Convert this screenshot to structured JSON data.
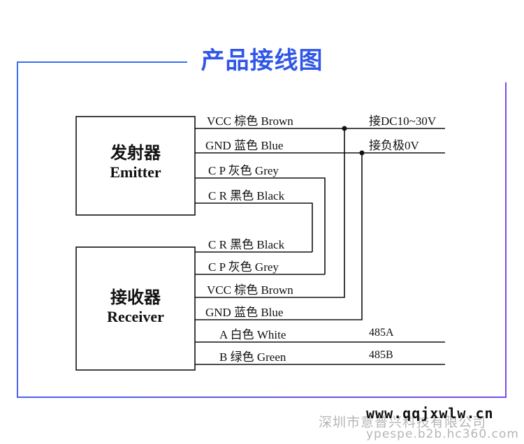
{
  "title": "产品接线图",
  "colors": {
    "accent": "#2f56e8",
    "frame_left": "#3a6ff0",
    "frame_right": "#7a4be8"
  },
  "emitter": {
    "name_cn": "发射器",
    "name_en": "Emitter",
    "wires": [
      "VCC 棕色 Brown",
      "GND 蓝色 Blue",
      "C P  灰色 Grey",
      "C R  黑色 Black"
    ]
  },
  "receiver": {
    "name_cn": "接收器",
    "name_en": "Receiver",
    "wires": [
      "C R  黑色 Black",
      "C P  灰色 Grey",
      "VCC 棕色 Brown",
      "GND 蓝色 Blue",
      "A   白色  White",
      "B   绿色  Green"
    ]
  },
  "terminals": {
    "power": "接DC10~30V",
    "ground": "接负极0V",
    "a": "485A",
    "b": "485B"
  },
  "watermarks": {
    "site": "www.qqjxwlw.cn",
    "company": "深圳市意普兴科技有限公司",
    "url": "ypespe.b2b.hc360.com"
  }
}
